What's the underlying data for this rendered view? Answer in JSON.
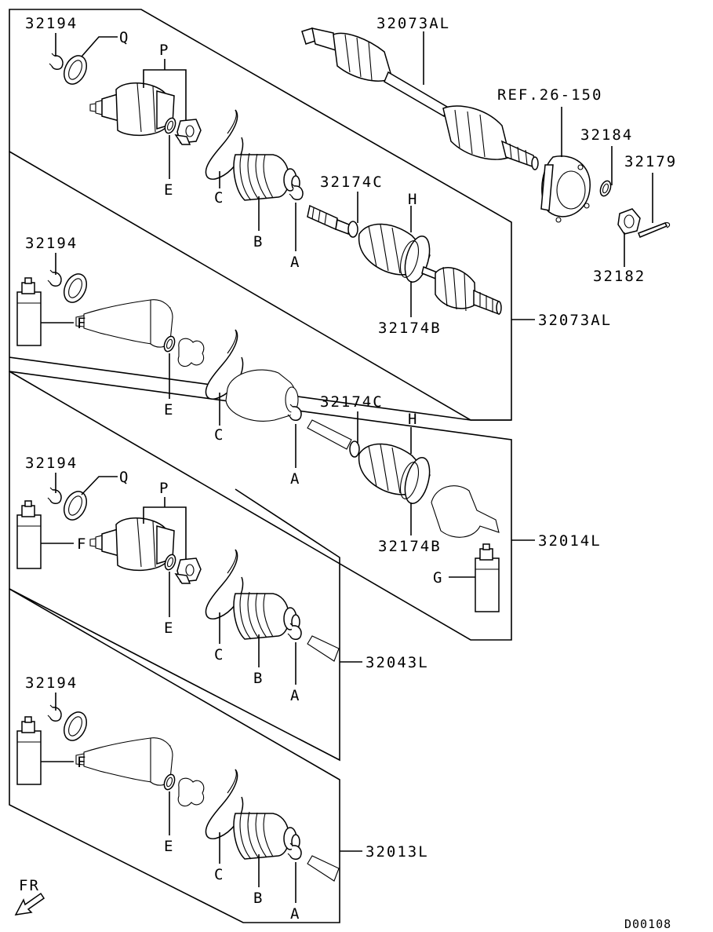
{
  "labels": {
    "asm_32073AL_top": "32073AL",
    "ref_26_150": "REF.26-150",
    "p_32184": "32184",
    "p_32179": "32179",
    "p_32182": "32182",
    "p_32194_1": "32194",
    "p_32194_2": "32194",
    "p_32194_3": "32194",
    "p_32194_4": "32194",
    "p_32174C_1": "32174C",
    "p_32174C_2": "32174C",
    "p_32174B_1": "32174B",
    "p_32174B_2": "32174B",
    "asm_32073AL_side": "32073AL",
    "asm_32014L": "32014L",
    "asm_32043L": "32043L",
    "asm_32013L": "32013L",
    "Q_1": "Q",
    "Q_2": "Q",
    "P_1": "P",
    "P_2": "P",
    "E_1": "E",
    "E_2": "E",
    "E_3": "E",
    "E_4": "E",
    "C_1": "C",
    "C_2": "C",
    "C_3": "C",
    "C_4": "C",
    "B_1": "B",
    "B_2": "B",
    "B_3": "B",
    "A_1": "A",
    "A_2": "A",
    "A_3": "A",
    "A_4": "A",
    "H_1": "H",
    "H_2": "H",
    "F_1": "F",
    "F_2": "F",
    "F_3": "F",
    "G_1": "G",
    "fr": "FR",
    "code": "D00108"
  },
  "icons": [
    "ring-icon",
    "boot-icon",
    "joint-housing-icon",
    "spider-icon",
    "grease-tube-icon",
    "shaft-icon",
    "hub-icon",
    "nut-icon",
    "pin-icon",
    "front-arrow-icon"
  ]
}
